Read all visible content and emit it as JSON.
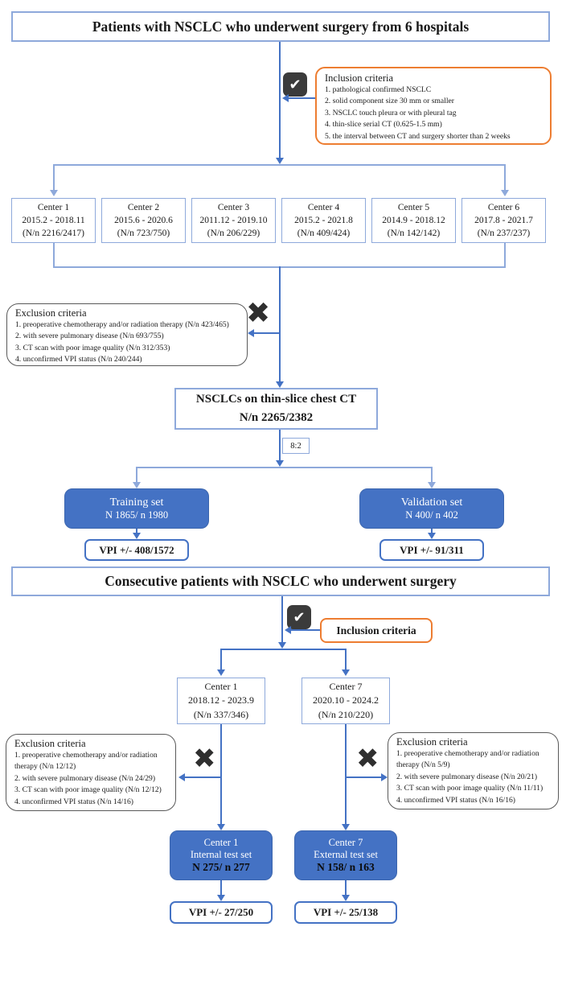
{
  "icons": {
    "check": "✔",
    "cross": "✖"
  },
  "colors": {
    "accent_blue": "#4472C4",
    "light_blue_border": "#8EA9DB",
    "orange": "#ED7D31",
    "gray_border": "#595959"
  },
  "s1": {
    "title": "Patients with NSCLC who underwent surgery from 6 hospitals",
    "inclusion": {
      "title": "Inclusion criteria",
      "items": [
        "1. pathological confirmed NSCLC",
        "2. solid component size 30 mm or smaller",
        "3. NSCLC touch pleura or with pleural tag",
        "4. thin-slice serial CT (0.625-1.5 mm)",
        "5. the interval between CT and surgery shorter than 2 weeks"
      ]
    },
    "centers": [
      {
        "name": "Center 1",
        "period": "2015.2 - 2018.11",
        "counts": "(N/n 2216/2417)"
      },
      {
        "name": "Center 2",
        "period": "2015.6 - 2020.6",
        "counts": "(N/n 723/750)"
      },
      {
        "name": "Center 3",
        "period": "2011.12 - 2019.10",
        "counts": "(N/n 206/229)"
      },
      {
        "name": "Center 4",
        "period": "2015.2 - 2021.8",
        "counts": "(N/n 409/424)"
      },
      {
        "name": "Center 5",
        "period": "2014.9 - 2018.12",
        "counts": "(N/n 142/142)"
      },
      {
        "name": "Center 6",
        "period": "2017.8 - 2021.7",
        "counts": "(N/n 237/237)"
      }
    ],
    "exclusion": {
      "title": "Exclusion criteria",
      "items": [
        "1. preoperative chemotherapy and/or radiation therapy (N/n 423/465)",
        "2. with severe pulmonary disease (N/n 693/755)",
        "3. CT scan with poor image quality (N/n 312/353)",
        "4. unconfirmed VPI status (N/n 240/244)"
      ]
    },
    "nsclc": {
      "line1": "NSCLCs on thin-slice chest CT",
      "line2": "N/n 2265/2382"
    },
    "split_ratio": "8:2",
    "training": {
      "title": "Training set",
      "counts": "N 1865/ n 1980",
      "vpi": "VPI +/- 408/1572"
    },
    "validation": {
      "title": "Validation set",
      "counts": "N 400/ n 402",
      "vpi": "VPI +/- 91/311"
    }
  },
  "s2": {
    "title": "Consecutive patients with NSCLC who underwent surgery",
    "inclusion_label": "Inclusion criteria",
    "centers": [
      {
        "name": "Center 1",
        "period": "2018.12 - 2023.9",
        "counts": "(N/n 337/346)"
      },
      {
        "name": "Center 7",
        "period": "2020.10 - 2024.2",
        "counts": "(N/n 210/220)"
      }
    ],
    "exclusion_left": {
      "title": "Exclusion criteria",
      "items": [
        "1. preoperative chemotherapy and/or radiation therapy (N/n 12/12)",
        "2. with severe pulmonary disease (N/n 24/29)",
        "3. CT scan with poor image quality (N/n 12/12)",
        "4. unconfirmed VPI status (N/n 14/16)"
      ]
    },
    "exclusion_right": {
      "title": "Exclusion criteria",
      "items": [
        "1. preoperative chemotherapy and/or radiation therapy (N/n 5/9)",
        "2. with severe pulmonary disease (N/n 20/21)",
        "3. CT scan with poor image quality (N/n 11/11)",
        "4. unconfirmed VPI status (N/n 16/16)"
      ]
    },
    "internal": {
      "line1": "Center 1",
      "line2": "Internal test set",
      "line3": "N 275/ n 277",
      "vpi": "VPI +/- 27/250"
    },
    "external": {
      "line1": "Center 7",
      "line2": "External test set",
      "line3": "N 158/ n 163",
      "vpi": "VPI +/- 25/138"
    }
  }
}
